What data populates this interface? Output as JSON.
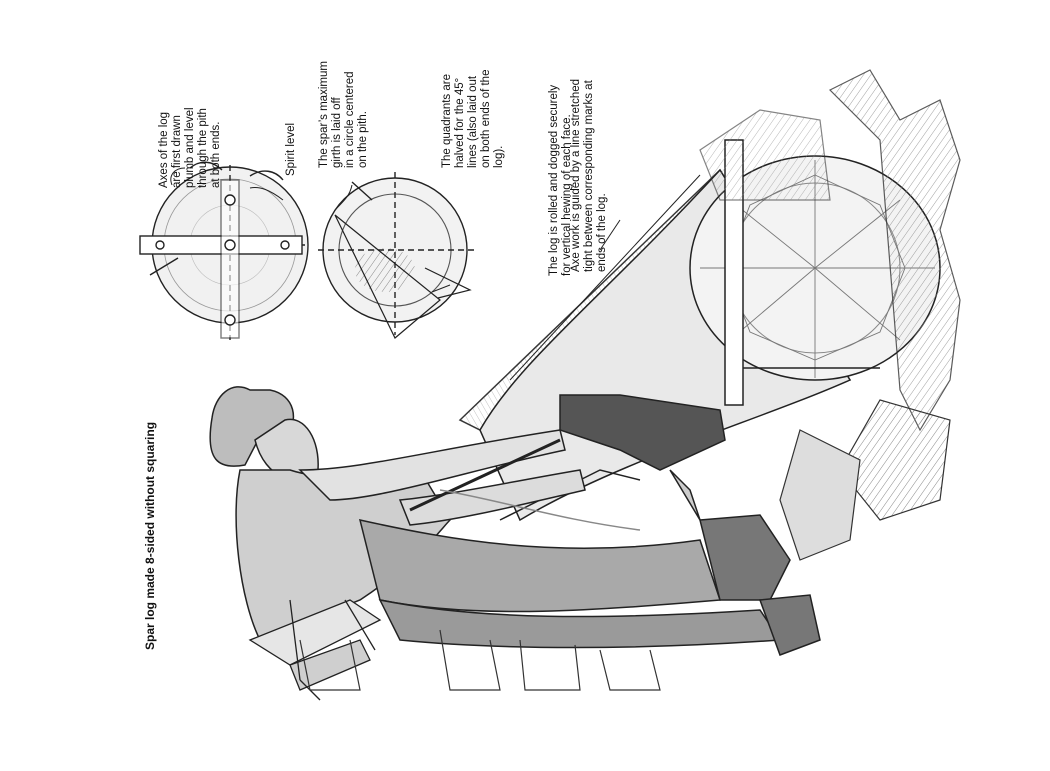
{
  "title": "Spar log made 8-sided without squaring",
  "captions": {
    "axes": "Axes of the log\nare first drawn\nplumb and level\nthrough the pith\nat both ends.",
    "spirit_level": "Spirit level",
    "girth": "The spar’s maximum\ngirth is laid off\nin a circle centered\non the pith.",
    "quadrants": "The quadrants are\nhalved for the 45°\nlines (also laid out\non both ends of the\nlog).",
    "rolled": "The log is rolled and dogged securely\nfor vertical hewing of each face.",
    "axe_work": "Axe work is guided by a line stretched\ntight between corresponding marks at\nends of the log."
  },
  "colors": {
    "ink": "#222222",
    "shade": "#9a9a9a",
    "paper": "#ffffff"
  }
}
